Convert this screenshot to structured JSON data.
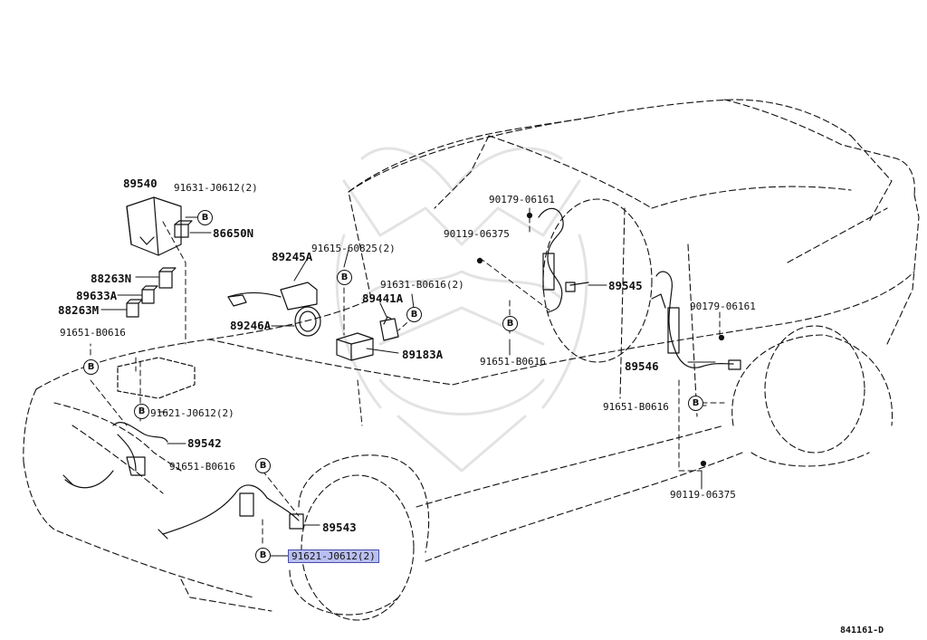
{
  "labels": {
    "p89540": "89540",
    "p91631_j0612_top": "91631-J0612(2)",
    "p86650n": "86650N",
    "p88263n": "88263N",
    "p89633a": "89633A",
    "p88263m": "88263M",
    "p91651_b0616_left": "91651-B0616",
    "p89245a": "89245A",
    "p91615_60825": "91615-60825(2)",
    "p89246a": "89246A",
    "p91631_b0616": "91631-B0616(2)",
    "p89441a": "89441A",
    "p89183a": "89183A",
    "p91621_j0612_mid": "91621-J0612(2)",
    "p89542": "89542",
    "p91651_b0616_front": "91651-B0616",
    "p89543": "89543",
    "p91621_j0612_low": "91621-J0612(2)",
    "p90179_06161_a": "90179-06161",
    "p90119_06375_a": "90119-06375",
    "p89545": "89545",
    "p91651_b0616_mid": "91651-B0616",
    "p90179_06161_b": "90179-06161",
    "p89546": "89546",
    "p91651_b0616_right": "91651-B0616",
    "p90119_06375_b": "90119-06375"
  },
  "bolt_symbol": "B",
  "highlighted_part": "91621-J0612(2)",
  "diagram_number": "841161-D",
  "colors": {
    "line": "#111111",
    "watermark": "#e6e6e6",
    "highlight": "#b9bff0"
  }
}
